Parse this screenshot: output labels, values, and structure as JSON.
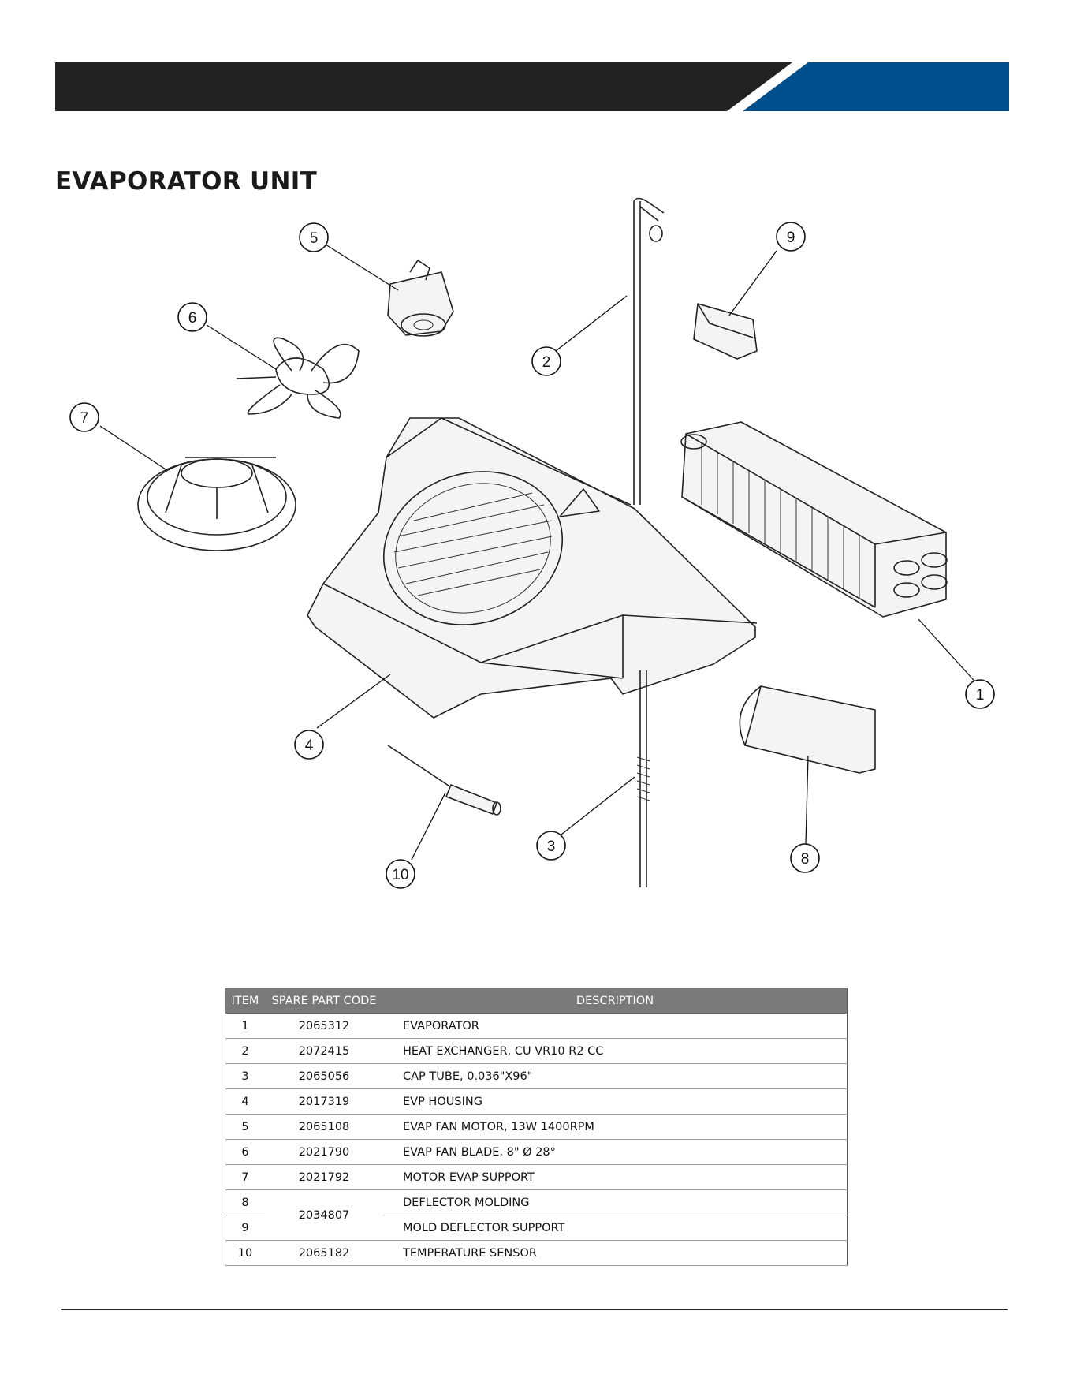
{
  "header": {
    "band_color": "#222222",
    "accent_color": "#004f8c"
  },
  "page_title": "EVAPORATOR UNIT",
  "diagram": {
    "callouts": [
      "1",
      "2",
      "3",
      "4",
      "5",
      "6",
      "7",
      "8",
      "9",
      "10"
    ]
  },
  "parts_table": {
    "header_bg": "#7a7a7a",
    "columns": {
      "item": "ITEM",
      "code": "SPARE PART CODE",
      "description": "DESCRIPTION"
    },
    "rows": [
      {
        "item": "1",
        "code": "2065312",
        "description": "EVAPORATOR"
      },
      {
        "item": "2",
        "code": "2072415",
        "description": "HEAT EXCHANGER, CU VR10 R2 CC"
      },
      {
        "item": "3",
        "code": "2065056",
        "description": "CAP TUBE, 0.036\"X96\""
      },
      {
        "item": "4",
        "code": "2017319",
        "description": "EVP HOUSING"
      },
      {
        "item": "5",
        "code": "2065108",
        "description": "EVAP FAN MOTOR, 13W 1400RPM"
      },
      {
        "item": "6",
        "code": "2021790",
        "description": "EVAP FAN BLADE, 8\" Ø 28°"
      },
      {
        "item": "7",
        "code": "2021792",
        "description": "MOTOR EVAP SUPPORT"
      },
      {
        "item": "8",
        "code": "2034807",
        "description": "DEFLECTOR MOLDING"
      },
      {
        "item": "9",
        "code": "",
        "description": "MOLD DEFLECTOR SUPPORT"
      },
      {
        "item": "10",
        "code": "2065182",
        "description": "TEMPERATURE SENSOR"
      }
    ]
  }
}
